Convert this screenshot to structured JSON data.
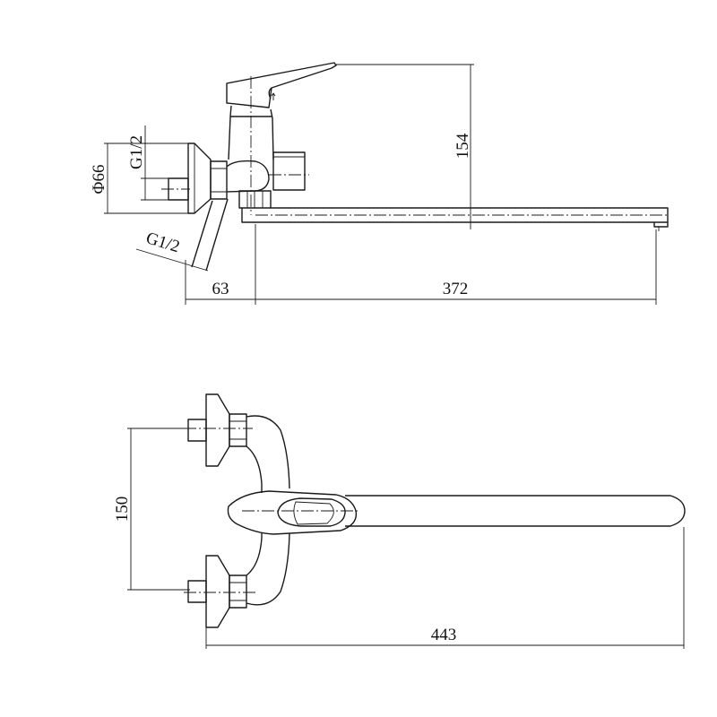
{
  "side_view": {
    "dims": {
      "flange_diameter": "Φ66",
      "inlet_thread": "G1/2",
      "angled_thread": "G1/2",
      "height": "154",
      "wall_to_axis": "63",
      "spout_reach": "372"
    }
  },
  "top_view": {
    "dims": {
      "inlet_spacing": "150",
      "overall_length": "443"
    }
  }
}
